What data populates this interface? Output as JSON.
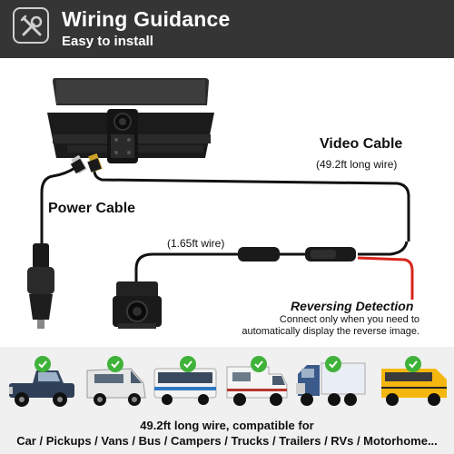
{
  "header": {
    "title": "Wiring Guidance",
    "subtitle": "Easy to install",
    "icon": "tools-icon"
  },
  "diagram": {
    "video_cable": "Video Cable",
    "video_cable_length": "(49.2ft long wire)",
    "power_cable": "Power Cable",
    "short_wire_length": "(1.65ft wire)",
    "reversing_title": "Reversing Detection",
    "reversing_line1": "Connect only when you need to",
    "reversing_line2": "automatically display the reverse image."
  },
  "vehicles": {
    "items": [
      {
        "name": "pickup-icon"
      },
      {
        "name": "van-icon"
      },
      {
        "name": "bus-icon"
      },
      {
        "name": "camper-icon"
      },
      {
        "name": "truck-icon"
      },
      {
        "name": "trailer-icon"
      },
      {
        "name": "school-bus-icon"
      }
    ],
    "caption_line1": "49.2ft long wire, compatible for",
    "caption_line2": "Car / Pickups / Vans / Bus / Campers / Trucks / Trailers / RVs / Motorhome...",
    "check_color": "#3fb23a"
  },
  "colors": {
    "header_bg": "#353535",
    "band_bg": "#f0f0f0",
    "wire_red": "#d8261c"
  }
}
